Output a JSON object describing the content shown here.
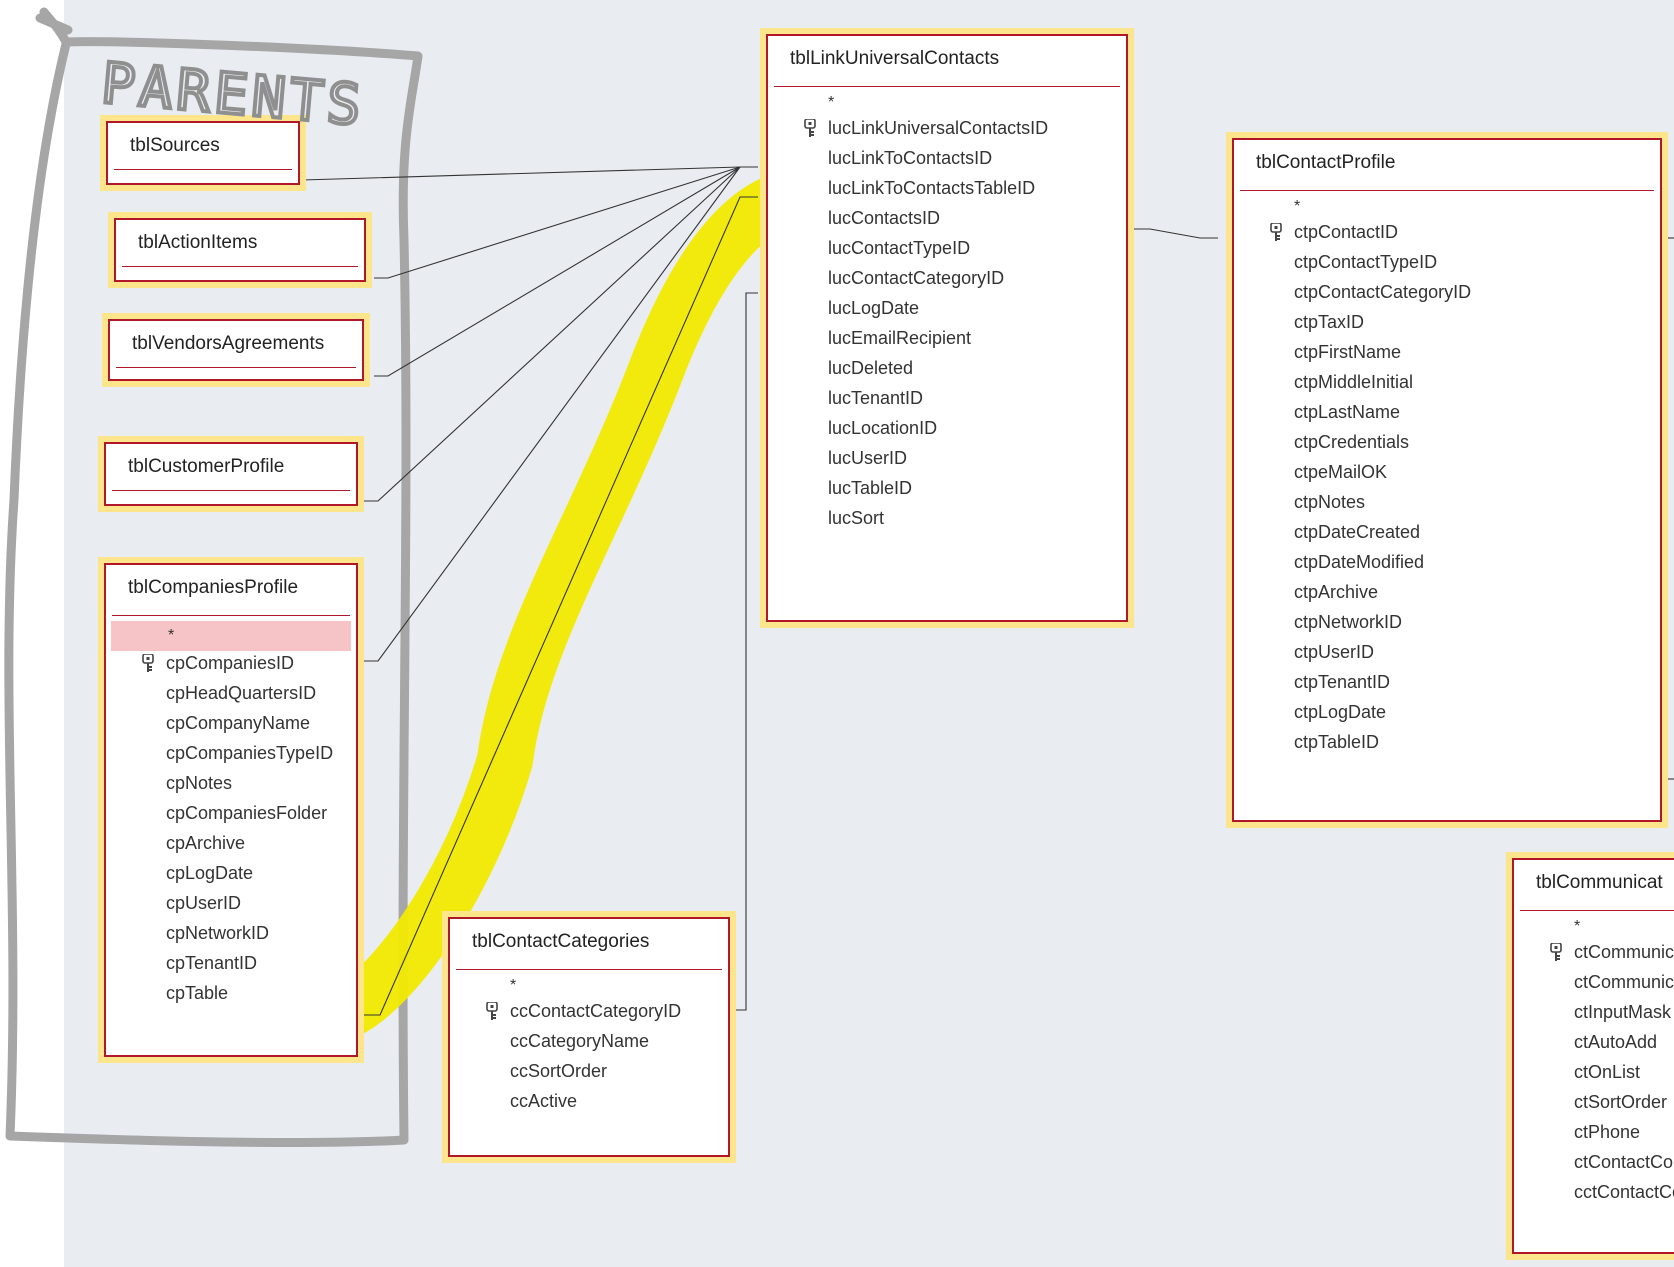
{
  "annotation": {
    "handwritten_label": "PARENTS"
  },
  "colors": {
    "canvas": "#e9edf1",
    "table_border": "#b0182a",
    "table_outline_highlight": "#fde58c",
    "marker_highlight": "#f2ea00",
    "selected_row": "#f6c3c6",
    "hand_drawn_box": "#a6a6a6"
  },
  "tables": {
    "sources": {
      "title": "tblSources"
    },
    "action_items": {
      "title": "tblActionItems"
    },
    "vendors_agreements": {
      "title": "tblVendorsAgreements"
    },
    "customer_profile": {
      "title": "tblCustomerProfile"
    },
    "companies_profile": {
      "title": "tblCompaniesProfile",
      "star": "*",
      "fields": [
        "cpCompaniesID",
        "cpHeadQuartersID",
        "cpCompanyName",
        "cpCompaniesTypeID",
        "cpNotes",
        "cpCompaniesFolder",
        "cpArchive",
        "cpLogDate",
        "cpUserID",
        "cpNetworkID",
        "cpTenantID",
        "cpTable"
      ]
    },
    "link_universal_contacts": {
      "title": "tblLinkUniversalContacts",
      "star": "*",
      "fields": [
        "lucLinkUniversalContactsID",
        "lucLinkToContactsID",
        "lucLinkToContactsTableID",
        "lucContactsID",
        "lucContactTypeID",
        "lucContactCategoryID",
        "lucLogDate",
        "lucEmailRecipient",
        "lucDeleted",
        "lucTenantID",
        "lucLocationID",
        "lucUserID",
        "lucTableID",
        "lucSort"
      ]
    },
    "contact_categories": {
      "title": "tblContactCategories",
      "star": "*",
      "fields": [
        "ccContactCategoryID",
        "ccCategoryName",
        "ccSortOrder",
        "ccActive"
      ]
    },
    "contact_profile": {
      "title": "tblContactProfile",
      "star": "*",
      "fields": [
        "ctpContactID",
        "ctpContactTypeID",
        "ctpContactCategoryID",
        "ctpTaxID",
        "ctpFirstName",
        "ctpMiddleInitial",
        "ctpLastName",
        "ctpCredentials",
        "ctpeMailOK",
        "ctpNotes",
        "ctpDateCreated",
        "ctpDateModified",
        "ctpArchive",
        "ctpNetworkID",
        "ctpUserID",
        "ctpTenantID",
        "ctpLogDate",
        "ctpTableID"
      ]
    },
    "communication_types": {
      "title": "tblCommunicat",
      "star": "*",
      "fields": [
        "ctCommunic",
        "ctCommunic",
        "ctInputMask",
        "ctAutoAdd",
        "ctOnList",
        "ctSortOrder",
        "ctPhone",
        "ctContactCo",
        "cctContactCo"
      ]
    }
  }
}
